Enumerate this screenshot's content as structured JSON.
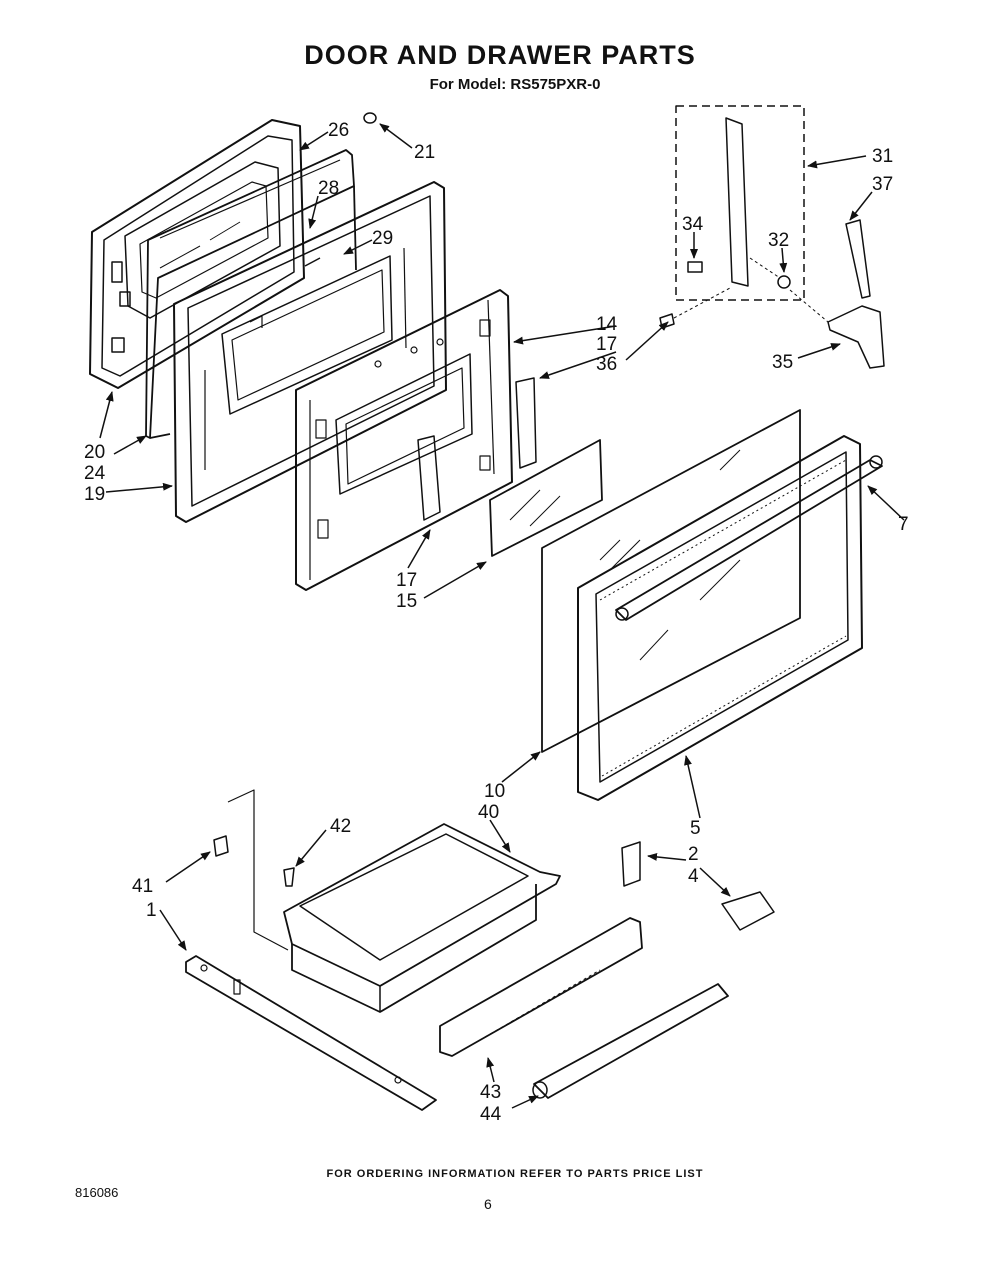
{
  "header": {
    "title": "DOOR AND DRAWER PARTS",
    "model_line": "For Model: RS575PXR-0"
  },
  "callouts": {
    "c21": "21",
    "c26": "26",
    "c28": "28",
    "c29": "29",
    "c31": "31",
    "c37": "37",
    "c34": "34",
    "c32": "32",
    "c14": "14",
    "c17a": "17",
    "c36": "36",
    "c35": "35",
    "c20": "20",
    "c24": "24",
    "c19": "19",
    "c7": "7",
    "c17b": "17",
    "c15": "15",
    "c10": "10",
    "c5": "5",
    "c42": "42",
    "c40": "40",
    "c41": "41",
    "c1": "1",
    "c2": "2",
    "c4": "4",
    "c43": "43",
    "c44": "44"
  },
  "footer": {
    "ordering_note": "FOR ORDERING INFORMATION REFER TO PARTS PRICE LIST",
    "document_number": "816086",
    "page_number": "6"
  }
}
